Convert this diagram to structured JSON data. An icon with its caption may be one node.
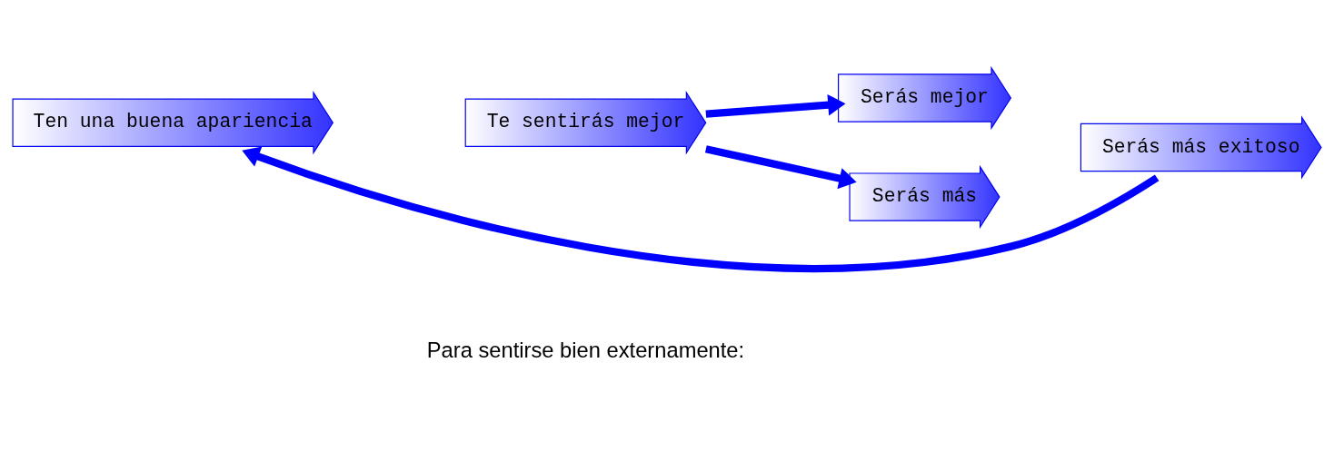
{
  "diagram": {
    "nodes": [
      {
        "text": [
          "Ten una buena apariencia"
        ]
      },
      {
        "text": [
          "Te sentirás mejor"
        ]
      },
      {
        "text": [
          "Serás mejor"
        ]
      },
      {
        "text": [
          "Serás más"
        ]
      },
      {
        "text": [
          "Serás más exitoso"
        ]
      }
    ],
    "edges": [
      {
        "from": 1,
        "to": 2,
        "arrow": "to"
      },
      {
        "from": 1,
        "to": 3,
        "arrow": "to"
      },
      {
        "from": 4,
        "to": 0,
        "arrow": "to"
      }
    ],
    "labels": [
      "Para sentirse bien externamente:"
    ]
  }
}
